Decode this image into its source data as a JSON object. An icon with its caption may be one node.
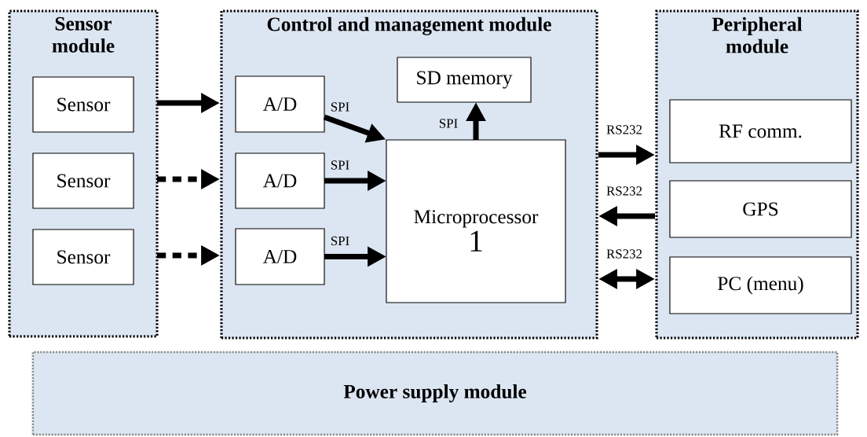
{
  "diagram": {
    "nodes": [
      {
        "text": [
          "Sensor module"
        ]
      },
      {
        "text": [
          "Sensor"
        ],
        "in": 0
      },
      {
        "text": [
          "Sensor"
        ],
        "in": 0
      },
      {
        "text": [
          "Sensor"
        ],
        "in": 0
      },
      {
        "text": [
          "Control and management module"
        ]
      },
      {
        "text": [
          "A/D"
        ],
        "in": 4
      },
      {
        "text": [
          "A/D"
        ],
        "in": 4
      },
      {
        "text": [
          "A/D"
        ],
        "in": 4
      },
      {
        "text": [
          "SD memory"
        ],
        "in": 4
      },
      {
        "text": [
          "Microprocessor",
          "1"
        ],
        "in": 4
      },
      {
        "text": [
          "Peripheral module"
        ]
      },
      {
        "text": [
          "RF comm."
        ],
        "in": 10
      },
      {
        "text": [
          "GPS"
        ],
        "in": 10
      },
      {
        "text": [
          "PC (menu)"
        ],
        "in": 10
      },
      {
        "text": [
          "Power supply module"
        ]
      }
    ],
    "edges": [
      {
        "from": 1,
        "to": 5,
        "arrow": "to"
      },
      {
        "from": 2,
        "to": 6,
        "arrow": "to",
        "style": "dashed"
      },
      {
        "from": 3,
        "to": 7,
        "arrow": "to",
        "style": "dashed"
      },
      {
        "from": 5,
        "to": 9,
        "arrow": "to",
        "label": "SPI"
      },
      {
        "from": 6,
        "to": 9,
        "arrow": "to",
        "label": "SPI"
      },
      {
        "from": 7,
        "to": 9,
        "arrow": "to",
        "label": "SPI"
      },
      {
        "from": 9,
        "to": 8,
        "arrow": "to",
        "label": "SPI"
      },
      {
        "from": 4,
        "to": 11,
        "arrow": "to",
        "label": "RS232"
      },
      {
        "from": 12,
        "to": 4,
        "arrow": "to",
        "label": "RS232"
      },
      {
        "from": 4,
        "to": 13,
        "arrow": "both",
        "label": "RS232"
      }
    ]
  }
}
